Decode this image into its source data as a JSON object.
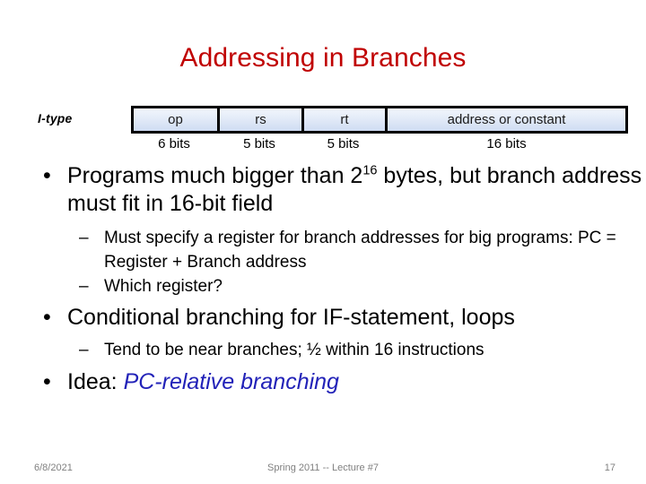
{
  "slide": {
    "title": "Addressing in Branches",
    "title_color": "#C00000"
  },
  "instruction_format": {
    "format_label": "I-type",
    "fields": [
      {
        "name": "op",
        "bits": "6 bits"
      },
      {
        "name": "rs",
        "bits": "5 bits"
      },
      {
        "name": "rt",
        "bits": "5 bits"
      },
      {
        "name": "address or constant",
        "bits": "16 bits"
      }
    ]
  },
  "content": {
    "bullets": [
      {
        "level": 1,
        "marker": "•",
        "text_before_sup": "Programs much bigger than 2",
        "sup": "16",
        "text_after_sup": " bytes, but branch address must fit in 16-bit field"
      },
      {
        "level": 2,
        "marker": "–",
        "text": "Must specify a register for branch addresses for big programs: PC = Register + Branch address"
      },
      {
        "level": 2,
        "marker": "–",
        "text": "Which register?"
      },
      {
        "level": 1,
        "marker": "•",
        "text": "Conditional branching for IF-statement, loops"
      },
      {
        "level": 2,
        "marker": "–",
        "text": "Tend to be near branches; ½ within 16 instructions"
      },
      {
        "level": 1,
        "marker": "•",
        "text_plain": "Idea: ",
        "text_emphasis": "PC-relative branching",
        "emphasis_color": "#2222B8"
      }
    ]
  },
  "footer": {
    "date": "6/8/2021",
    "center": "Spring 2011 -- Lecture #7",
    "slide_number": "17"
  }
}
